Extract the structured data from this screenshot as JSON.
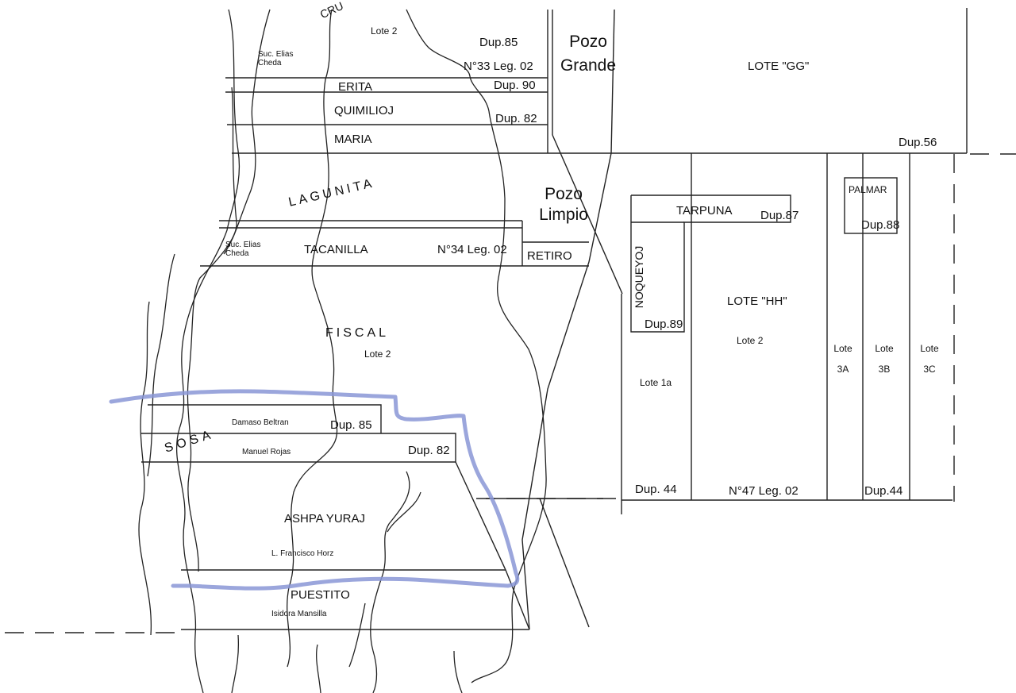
{
  "labels": {
    "lote2_top": "Lote 2",
    "dup85_top": "Dup.85",
    "pozo_grande": "Pozo Grande",
    "lote_gg": "LOTE \"GG\"",
    "suc_elias_cheda_1": "Suc. Elias Cheda",
    "n33": "N°33 Leg. 02",
    "erita": "ERITA",
    "dup90": "Dup. 90",
    "quimilioj": "QUIMILIOJ",
    "dup82_top": "Dup. 82",
    "maria": "MARIA",
    "dup56": "Dup.56",
    "laguna": "LAGUNITA",
    "pozo_limpio": "Pozo Limpio",
    "palmar": "PALMAR",
    "tarpuna": "TARPUNA",
    "dup87": "Dup.87",
    "dup88": "Dup.88",
    "suc_elias_cheda_2": "Suc. Elias Cheda",
    "tacanilla": "TACANILLA",
    "n34": "N°34 Leg. 02",
    "retiro": "RETIRO",
    "noqueyoj": "NOQUEYOJ",
    "lote_hh": "LOTE \"HH\"",
    "dup89": "Dup.89",
    "fiscal": "FISCAL",
    "lote2_fiscal": "Lote 2",
    "lote2_hh": "Lote 2",
    "lote_3a": "Lote 3A",
    "lote_3b": "Lote 3B",
    "lote_3c": "Lote 3C",
    "lote_1a": "Lote 1a",
    "damaso_beltran": "Damaso Beltran",
    "dup85_mid": "Dup. 85",
    "sosa": "SOSA",
    "manuel_rojas": "Manuel Rojas",
    "dup82_mid": "Dup. 82",
    "dup44_left": "Dup. 44",
    "n47": "N°47 Leg. 02",
    "dup44_right": "Dup.44",
    "ashpa_yuraj": "ASHPA YURAJ",
    "francisco_horz": "L. Francisco Horz",
    "puestito": "PUESTITO",
    "isidora_mansilla": "Isidora Mansilla",
    "cru": "CRU"
  },
  "colors": {
    "ink": "#222222",
    "highlight": "#8a97d6"
  }
}
